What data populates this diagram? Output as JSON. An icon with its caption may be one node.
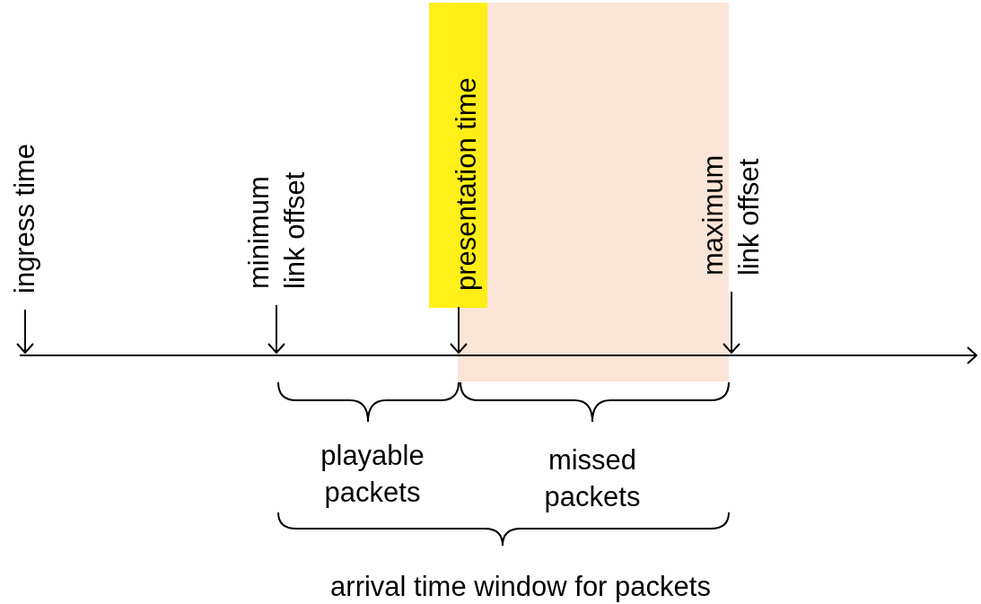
{
  "diagram": {
    "nodes": [
      {
        "text": [
          "ingress time"
        ]
      },
      {
        "text": [
          "minimum link offset"
        ]
      },
      {
        "text": [
          "presentation time"
        ]
      },
      {
        "text": [
          "maximum link offset"
        ]
      }
    ],
    "edges": [
      {
        "from": 0,
        "to": null,
        "arrow": "to"
      },
      {
        "from": 1,
        "to": null,
        "arrow": "to"
      },
      {
        "from": 2,
        "to": null,
        "arrow": "to"
      },
      {
        "from": 3,
        "to": null,
        "arrow": "to"
      }
    ],
    "labels": [
      "playable packets",
      "missed packets",
      "arrival time window for packets"
    ]
  }
}
